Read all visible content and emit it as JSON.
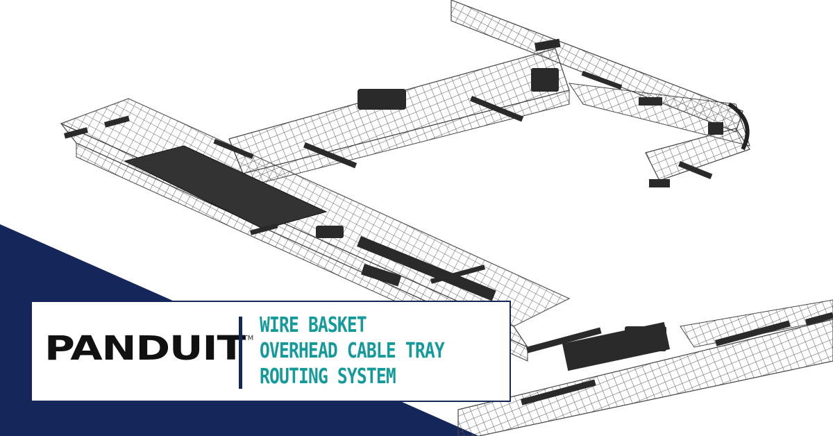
{
  "brand": {
    "name": "PANDUIT",
    "trademark": "TM"
  },
  "headline": {
    "lines": [
      "WIRE BASKET",
      "OVERHEAD CABLE TRAY",
      "ROUTING SYSTEM"
    ]
  },
  "colors": {
    "navy": "#14265a",
    "teal": "#149a9a",
    "logo": "#111111",
    "tray_wire": "#555555",
    "tray_part": "#2a2a2a"
  },
  "illustration": {
    "subject": "wire basket cable tray layout",
    "icon": "cable-tray-illustration"
  }
}
